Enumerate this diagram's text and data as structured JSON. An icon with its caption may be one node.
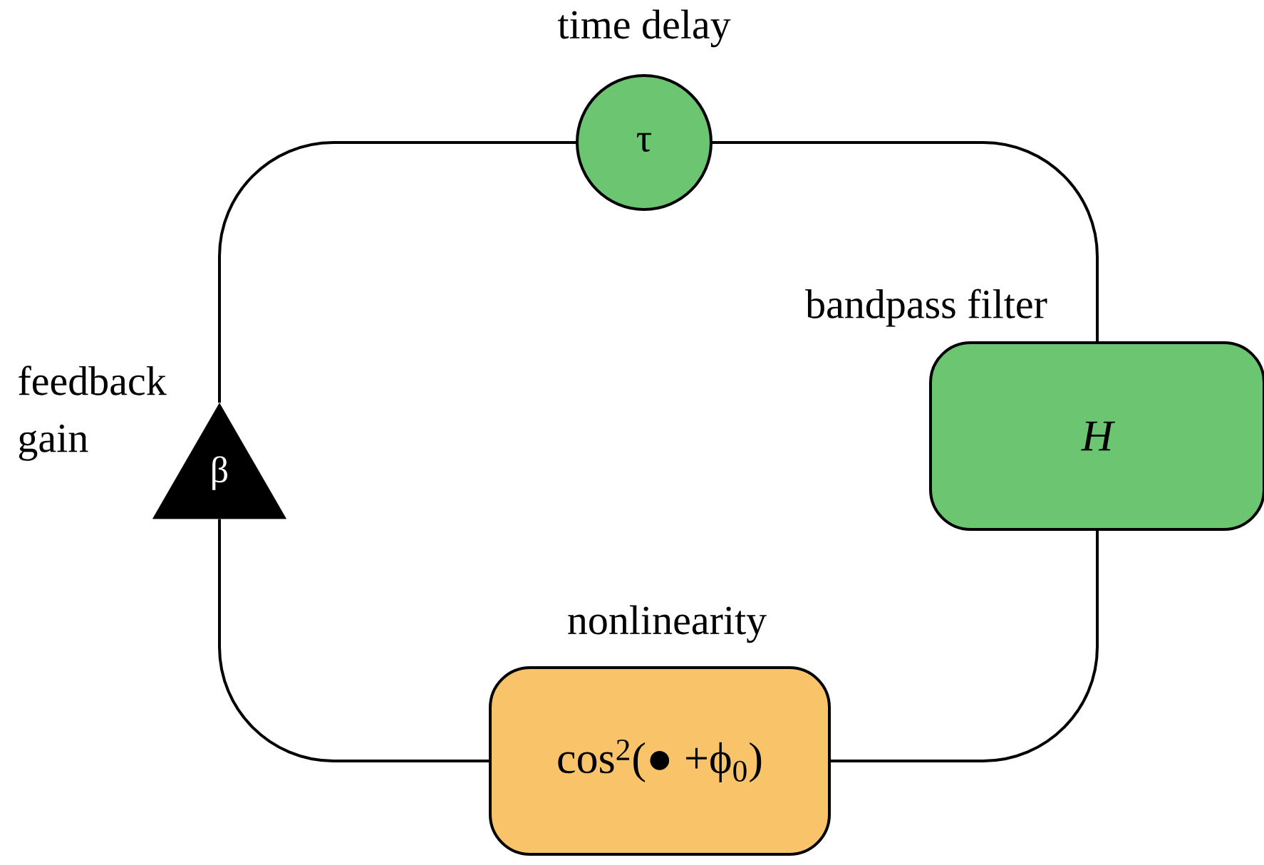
{
  "diagram": {
    "nodes": [
      {
        "text": [
          "time delay",
          "τ"
        ]
      },
      {
        "text": [
          "bandpass filter",
          "H"
        ]
      },
      {
        "text": [
          "nonlinearity",
          "cos$^{2}$(● +ϕ$_{0}$)"
        ]
      },
      {
        "text": [
          "feedback gain",
          "β"
        ]
      }
    ],
    "edges": [
      {
        "from": 0,
        "to": 1,
        "arrow": "none"
      },
      {
        "from": 1,
        "to": 2,
        "arrow": "none"
      },
      {
        "from": 2,
        "to": 3,
        "arrow": "none"
      },
      {
        "from": 3,
        "to": 0,
        "arrow": "none"
      }
    ]
  }
}
